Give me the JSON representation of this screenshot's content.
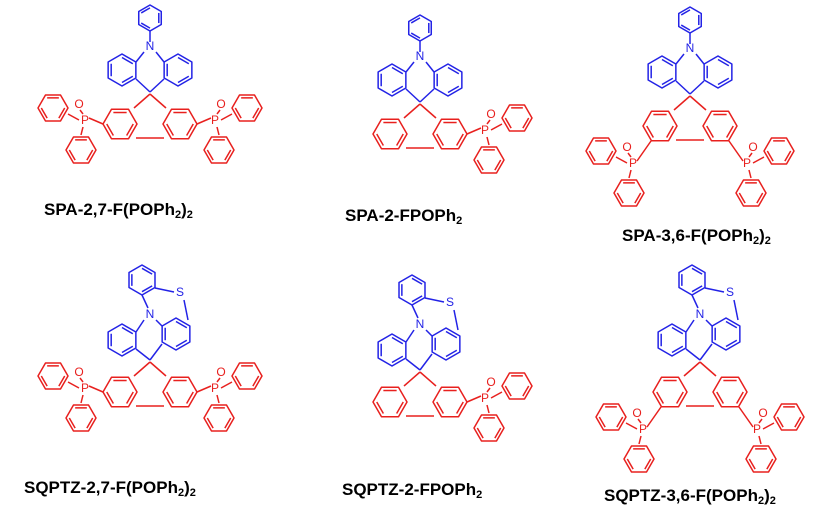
{
  "colors": {
    "donor": "#2323e6",
    "acceptor": "#e8201e",
    "label": "#000000"
  },
  "compounds": [
    {
      "name": "SPA-2,7-F(POPh",
      "sub1": "2",
      "close": ")",
      "sub2": "2",
      "donor": "SPA",
      "pattern": "2,7"
    },
    {
      "name": "SPA-2-FPOPh",
      "sub1": "2",
      "close": "",
      "sub2": "",
      "donor": "SPA",
      "pattern": "2"
    },
    {
      "name": "SPA-3,6-F(POPh",
      "sub1": "2",
      "close": ")",
      "sub2": "2",
      "donor": "SPA",
      "pattern": "3,6"
    },
    {
      "name": "SQPTZ-2,7-F(POPh",
      "sub1": "2",
      "close": ")",
      "sub2": "2",
      "donor": "SQPTZ",
      "pattern": "2,7"
    },
    {
      "name": "SQPTZ-2-FPOPh",
      "sub1": "2",
      "close": "",
      "sub2": "",
      "donor": "SQPTZ",
      "pattern": "2"
    },
    {
      "name": "SQPTZ-3,6-F(POPh",
      "sub1": "2",
      "close": ")",
      "sub2": "2",
      "donor": "SQPTZ",
      "pattern": "3,6"
    }
  ],
  "atoms": {
    "N": "N",
    "S": "S",
    "P": "P",
    "O": "O"
  }
}
